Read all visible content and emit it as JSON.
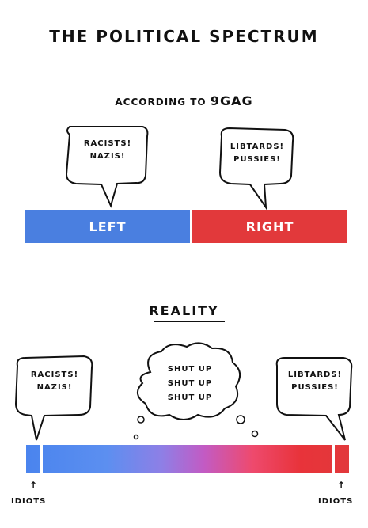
{
  "title": "THE POLITICAL SPECTRUM",
  "subtitle": {
    "prefix": "ACCORDING TO",
    "brand": "9GAG"
  },
  "top_spectrum": {
    "left_label": "LEFT",
    "right_label": "RIGHT",
    "left_color": "#4a7fe0",
    "right_color": "#e2393b",
    "left_bubble": [
      "RACISTS!",
      "NAZIS!"
    ],
    "right_bubble": [
      "LIBTARDS!",
      "PUSSIES!"
    ]
  },
  "reality": {
    "heading": "REALITY",
    "left_bubble": [
      "RACISTS!",
      "NAZIS!"
    ],
    "right_bubble": [
      "LIBTARDS!",
      "PUSSIES!"
    ],
    "thought_bubble": [
      "SHUT UP",
      "SHUT UP",
      "SHUT UP"
    ],
    "left_end_label": "IDIOTS",
    "right_end_label": "IDIOTS"
  }
}
